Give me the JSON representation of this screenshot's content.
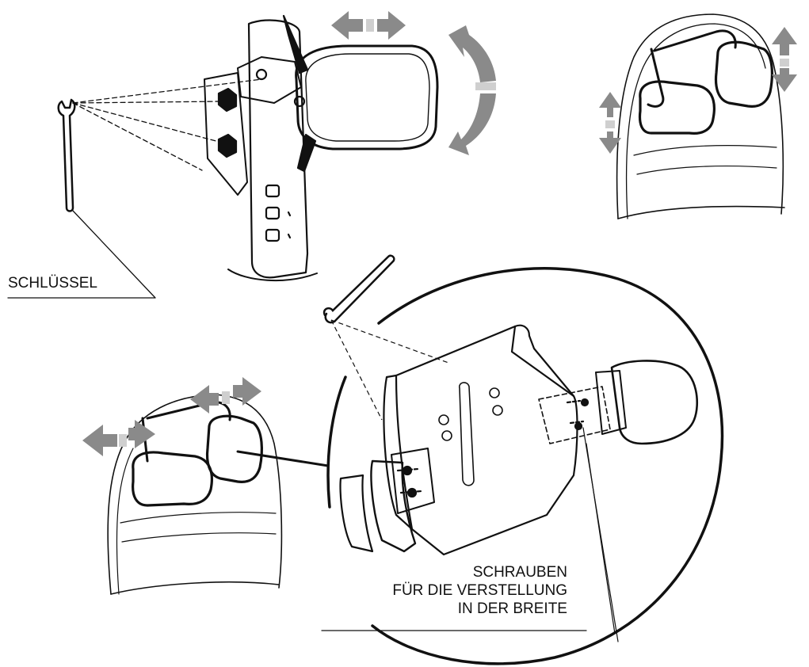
{
  "labels": {
    "key": "SCHLÜSSEL",
    "screws_line1": "SCHRAUBEN",
    "screws_line2": "FÜR DIE VERSTELLUNG",
    "screws_line3": "IN DER BREITE"
  },
  "colors": {
    "ink": "#111111",
    "arrow_fill": "#8a8a8a",
    "arrow_light": "#cfcfcf",
    "background": "#ffffff"
  },
  "icons": {
    "wrench": "wrench-icon",
    "arrow_horizontal": "double-arrow-horizontal-icon",
    "arrow_vertical": "double-arrow-vertical-icon",
    "arrow_rotate": "rotate-arrow-icon"
  }
}
